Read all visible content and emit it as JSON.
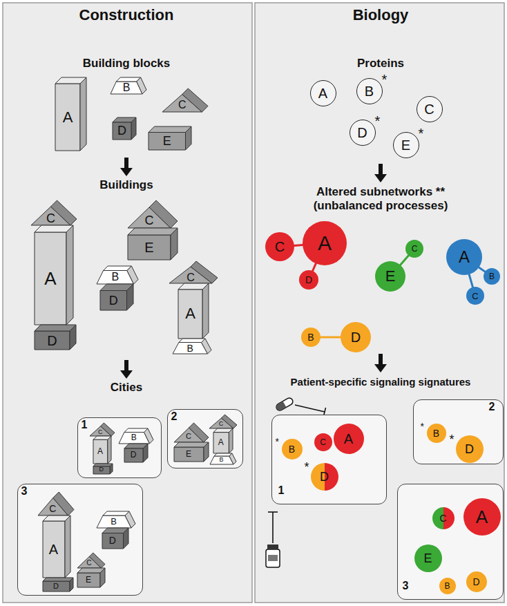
{
  "diagram": {
    "nodes": [
      {
        "text": [
          "A"
        ]
      },
      {
        "text": [
          "B"
        ]
      },
      {
        "text": [
          "C"
        ]
      },
      {
        "text": [
          "D"
        ]
      },
      {
        "text": [
          "E"
        ]
      },
      {
        "text": [
          "C"
        ]
      },
      {
        "text": [
          "A"
        ]
      },
      {
        "text": [
          "D"
        ]
      },
      {
        "text": [
          "C"
        ]
      },
      {
        "text": [
          "E"
        ]
      },
      {
        "text": [
          "B"
        ]
      },
      {
        "text": [
          "D"
        ]
      },
      {
        "text": [
          "C"
        ]
      },
      {
        "text": [
          "A"
        ]
      },
      {
        "text": [
          "B"
        ]
      },
      {
        "text": [
          "1"
        ]
      },
      {
        "text": [
          "C"
        ],
        "in": 15
      },
      {
        "text": [
          "A"
        ],
        "in": 15
      },
      {
        "text": [
          "D"
        ],
        "in": 15
      },
      {
        "text": [
          "B"
        ],
        "in": 15
      },
      {
        "text": [
          "D"
        ],
        "in": 15
      },
      {
        "text": [
          "2"
        ]
      },
      {
        "text": [
          "C"
        ],
        "in": 21
      },
      {
        "text": [
          "E"
        ],
        "in": 21
      },
      {
        "text": [
          "C"
        ],
        "in": 21
      },
      {
        "text": [
          "A"
        ],
        "in": 21
      },
      {
        "text": [
          "B"
        ],
        "in": 21
      },
      {
        "text": [
          "3"
        ]
      },
      {
        "text": [
          "C"
        ],
        "in": 27
      },
      {
        "text": [
          "A"
        ],
        "in": 27
      },
      {
        "text": [
          "D"
        ],
        "in": 27
      },
      {
        "text": [
          "C"
        ],
        "in": 27
      },
      {
        "text": [
          "E"
        ],
        "in": 27
      },
      {
        "text": [
          "B"
        ],
        "in": 27
      },
      {
        "text": [
          "D"
        ],
        "in": 27
      },
      {
        "text": [
          "A"
        ]
      },
      {
        "text": [
          "B",
          "*"
        ]
      },
      {
        "text": [
          "C"
        ]
      },
      {
        "text": [
          "D",
          "*"
        ]
      },
      {
        "text": [
          "E",
          "*"
        ]
      },
      {
        "text": [
          "C"
        ]
      },
      {
        "text": [
          "A"
        ]
      },
      {
        "text": [
          "D"
        ]
      },
      {
        "text": [
          "E"
        ]
      },
      {
        "text": [
          "C"
        ]
      },
      {
        "text": [
          "A"
        ]
      },
      {
        "text": [
          "B"
        ]
      },
      {
        "text": [
          "C"
        ]
      },
      {
        "text": [
          "B"
        ]
      },
      {
        "text": [
          "D"
        ]
      },
      {
        "text": [
          "1"
        ]
      },
      {
        "text": [
          "*",
          "B"
        ],
        "in": 50
      },
      {
        "text": [
          "C"
        ],
        "in": 50
      },
      {
        "text": [
          "A"
        ],
        "in": 50
      },
      {
        "text": [
          "*",
          "D"
        ],
        "in": 50
      },
      {
        "text": [
          "2"
        ]
      },
      {
        "text": [
          "*",
          "B"
        ],
        "in": 55
      },
      {
        "text": [
          "*",
          "D"
        ],
        "in": 55
      },
      {
        "text": [
          "3"
        ]
      },
      {
        "text": [
          "C"
        ],
        "in": 58
      },
      {
        "text": [
          "A"
        ],
        "in": 58
      },
      {
        "text": [
          "E"
        ],
        "in": 58
      },
      {
        "text": [
          "B"
        ],
        "in": 58
      },
      {
        "text": [
          "D"
        ],
        "in": 58
      }
    ],
    "edges": [
      {
        "from": 40,
        "to": 41,
        "arrow": "none"
      },
      {
        "from": 41,
        "to": 42,
        "arrow": "none"
      },
      {
        "from": 43,
        "to": 44,
        "arrow": "none"
      },
      {
        "from": 45,
        "to": 46,
        "arrow": "none"
      },
      {
        "from": 45,
        "to": 47,
        "arrow": "none"
      },
      {
        "from": 48,
        "to": 49,
        "arrow": "none"
      },
      {
        "from": 51,
        "to": 54,
        "arrow": "none"
      },
      {
        "from": 52,
        "to": 53,
        "arrow": "none"
      },
      {
        "from": 53,
        "to": 54,
        "arrow": "none"
      },
      {
        "from": 56,
        "to": 57,
        "arrow": "none"
      },
      {
        "from": 59,
        "to": 60,
        "arrow": "none"
      },
      {
        "from": 61,
        "to": 59,
        "arrow": "none"
      },
      {
        "from": 61,
        "to": 62,
        "arrow": "none"
      },
      {
        "from": 62,
        "to": 63,
        "arrow": "none"
      },
      {
        "from": 63,
        "to": 60,
        "arrow": "none"
      }
    ],
    "labels": [
      "Construction",
      "Biology",
      "Building blocks",
      "Buildings",
      "Cities",
      "Proteins",
      "Altered subnetworks ** (unbalanced processes)",
      "Patient-specific signaling signatures"
    ]
  }
}
